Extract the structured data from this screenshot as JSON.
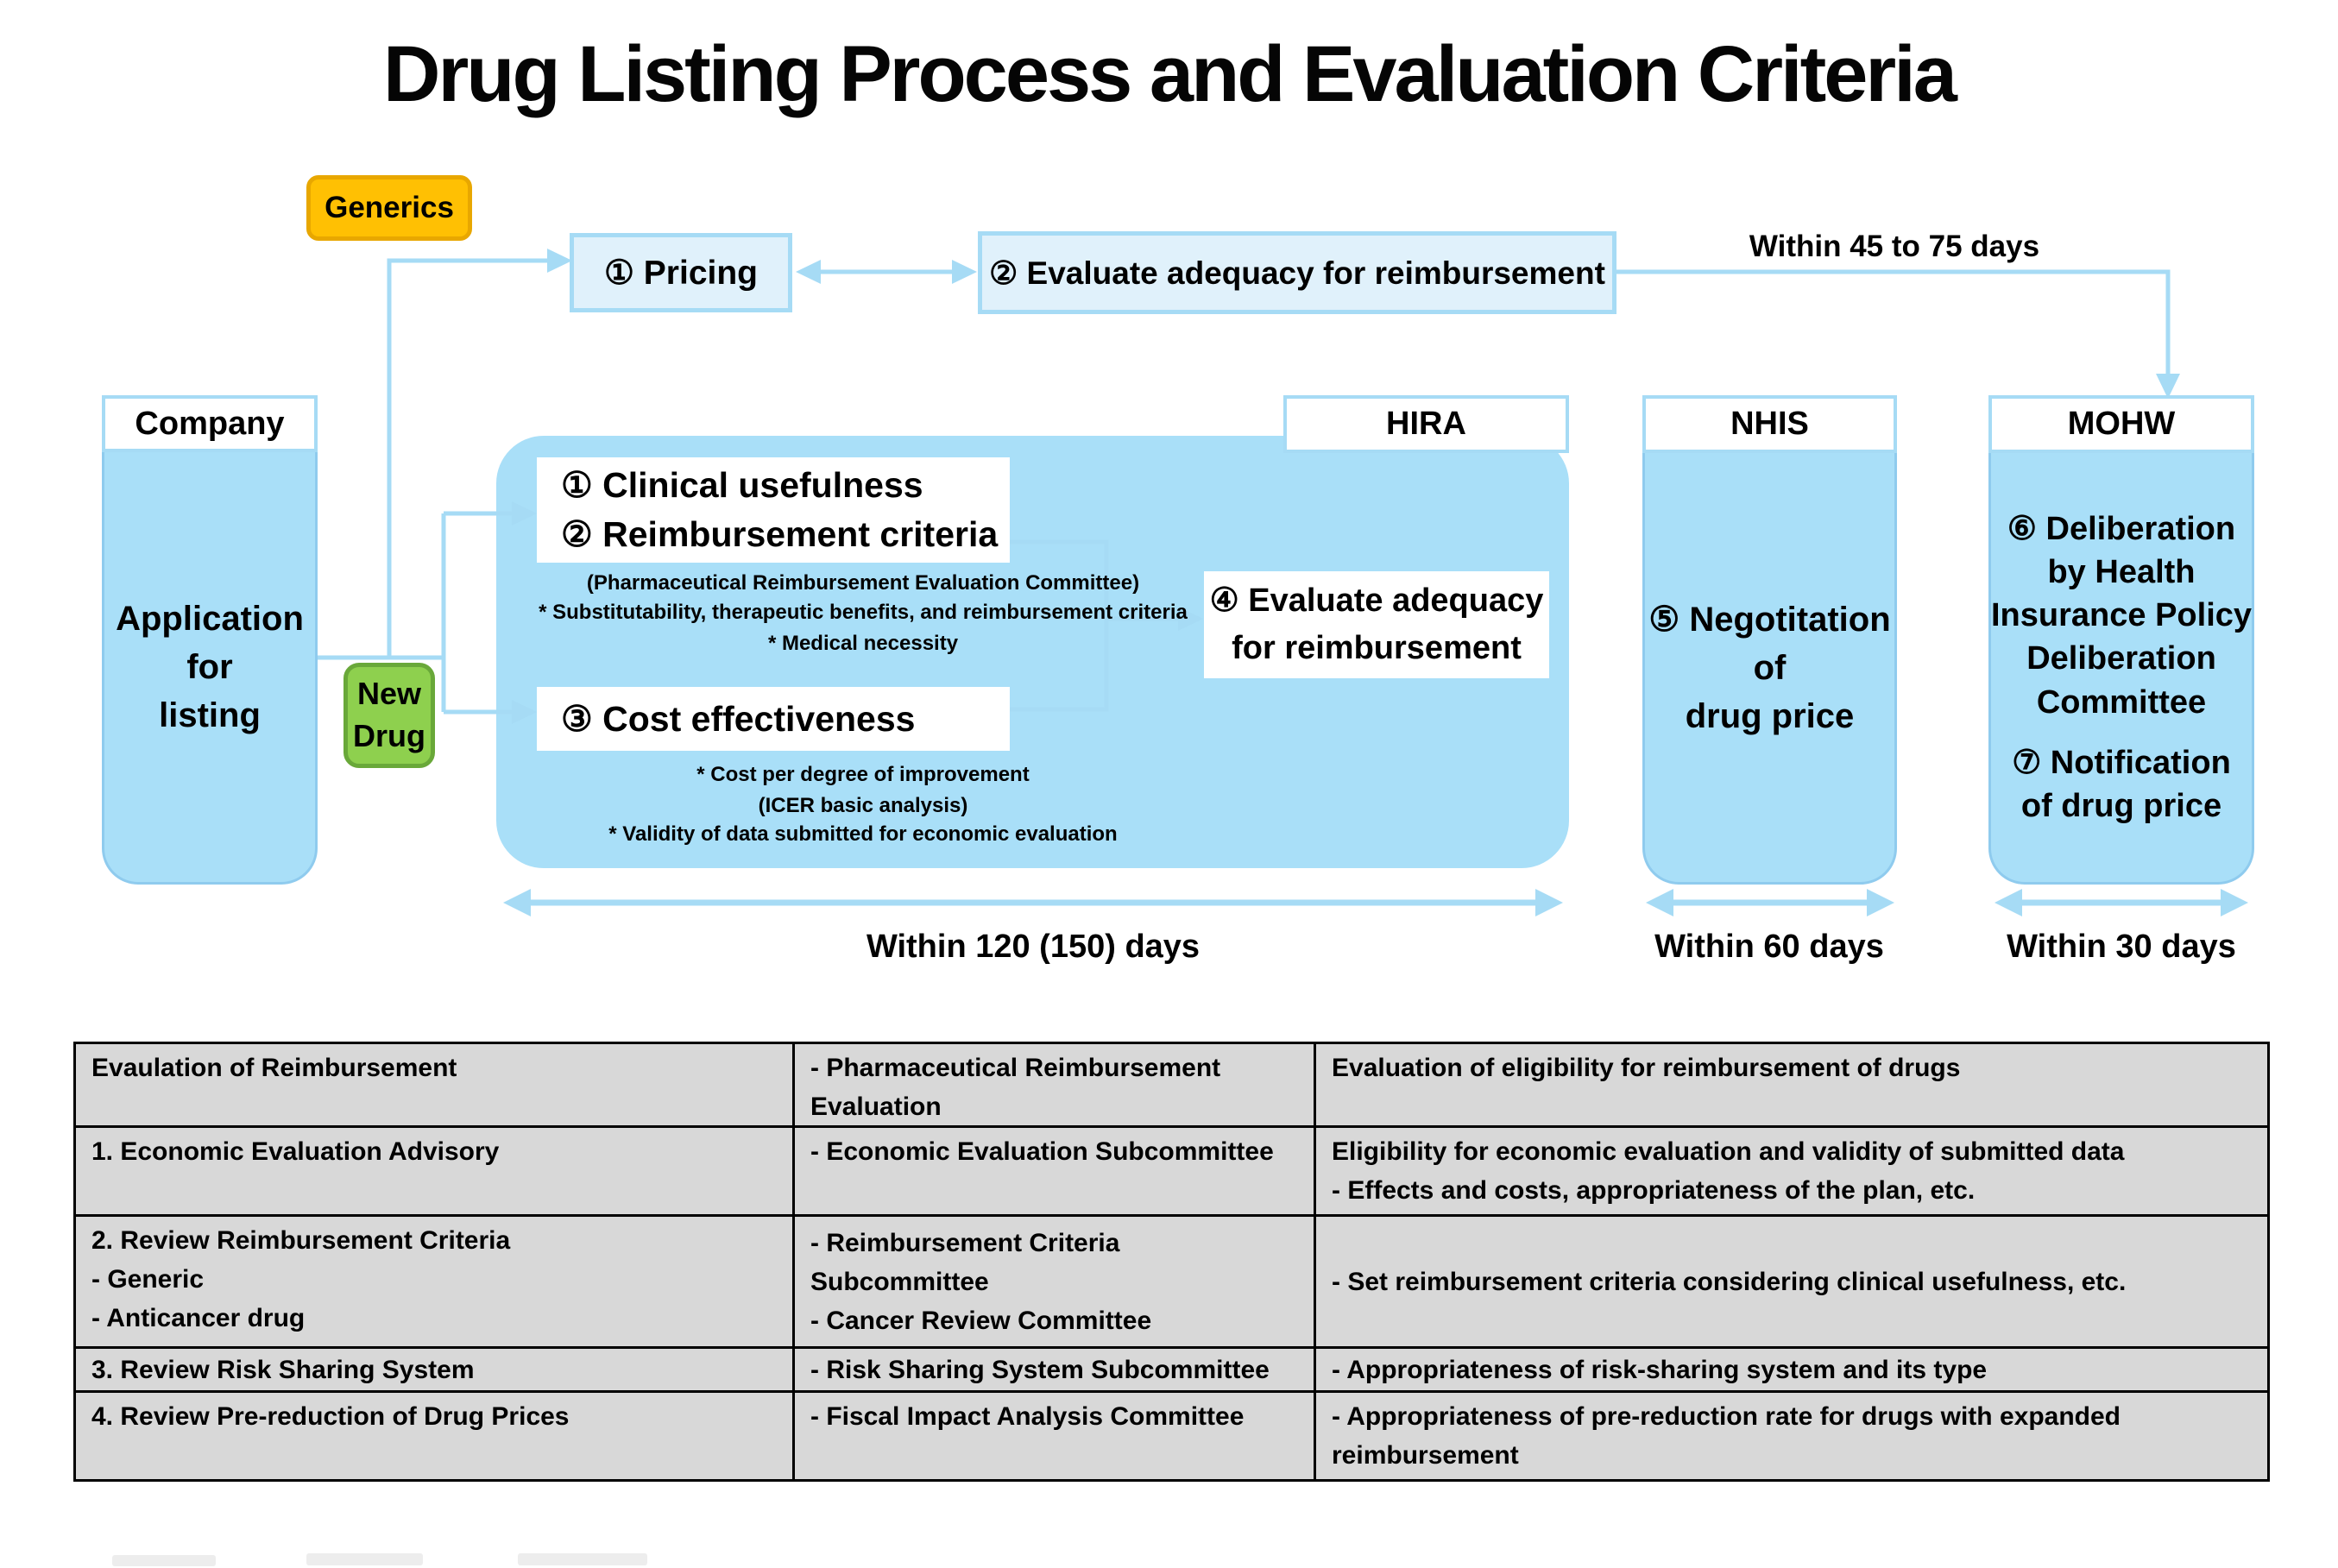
{
  "title": "Drug Listing Process and Evaluation Criteria",
  "colors": {
    "body_blue": "#A9DFF8",
    "light_box_blue": "#E0F1FB",
    "accent_arrow_blue": "#A6DBF5",
    "generics_orange": "#FFC003",
    "new_drug_green": "#8ED04E",
    "table_gray": "#D8D8D8"
  },
  "badges": {
    "generics": "Generics",
    "new_drug": "New\nDrug"
  },
  "top_flow": {
    "pricing": "① Pricing",
    "evaluate_adequacy": "② Evaluate adequacy for reimbursement",
    "duration": "Within 45 to 75 days"
  },
  "company": {
    "header": "Company",
    "body": "Application\nfor\nlisting"
  },
  "hira": {
    "header": "HIRA",
    "clinical_box": "① Clinical usefulness\n② Reimbursement criteria",
    "clinical_notes": [
      "(Pharmaceutical Reimbursement Evaluation Committee)",
      "* Substitutability, therapeutic benefits, and reimbursement criteria",
      "* Medical necessity"
    ],
    "cost_box": "③ Cost effectiveness",
    "cost_notes": [
      "* Cost per degree of improvement",
      "(ICER basic analysis)",
      "* Validity of data submitted for economic evaluation"
    ],
    "evaluate_box": "④ Evaluate adequacy\nfor reimbursement",
    "duration": "Within 120 (150) days"
  },
  "nhis": {
    "header": "NHIS",
    "body": "⑤ Negotitation\nof\ndrug price",
    "duration": "Within 60 days"
  },
  "mohw": {
    "header": "MOHW",
    "item6": "⑥ Deliberation\nby Health\nInsurance Policy\nDeliberation\nCommittee",
    "item7": "⑦ Notification\nof drug price",
    "duration": "Within 30 days"
  },
  "table": {
    "rows": [
      {
        "c1": "Evaulation of Reimbursement",
        "c2": "- Pharmaceutical Reimbursement Evaluation\nCommittee",
        "c3": "Evaluation of eligibility for reimbursement of drugs"
      },
      {
        "c1": "1. Economic Evaluation Advisory",
        "c2": "- Economic Evaluation Subcommittee",
        "c3": "Eligibility for economic evaluation and validity of submitted data\n- Effects and costs, appropriateness of the plan, etc."
      },
      {
        "c1": "2. Review Reimbursement Criteria\n- Generic\n- Anticancer drug",
        "c2": "- Reimbursement Criteria Subcommittee\n- Cancer Review Committee",
        "c3": "- Set reimbursement criteria considering clinical usefulness, etc."
      },
      {
        "c1": "3. Review Risk Sharing System",
        "c2": "- Risk Sharing System Subcommittee",
        "c3": "- Appropriateness of risk-sharing system and its type"
      },
      {
        "c1": "4. Review Pre-reduction of Drug Prices",
        "c2": "- Fiscal Impact Analysis Committee",
        "c3": "- Appropriateness of pre-reduction rate for drugs with expanded\nreimbursement"
      }
    ]
  }
}
